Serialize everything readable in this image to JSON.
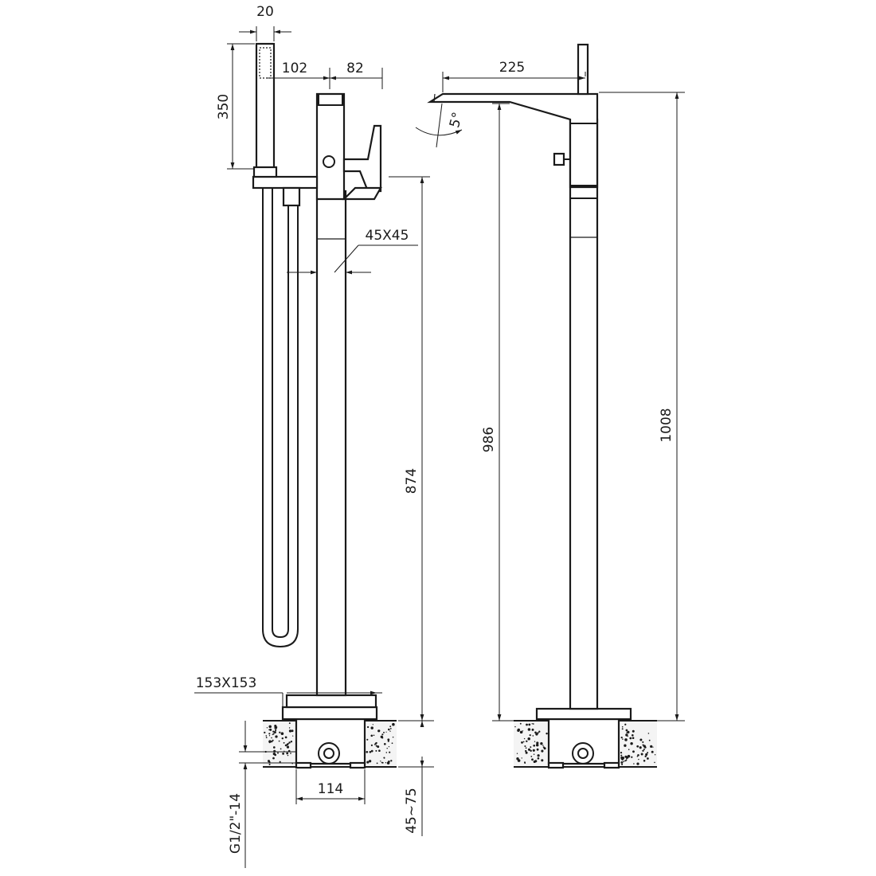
{
  "drawing": {
    "side_view": {
      "handshower_width": "20",
      "handshower_height": "350",
      "offset_left": "102",
      "offset_right": "82",
      "column_section": "45X45",
      "base_plate": "153X153",
      "height_to_holder": "874",
      "box_width": "114",
      "inlet_thread": "G1/2\"-14",
      "install_depth": "45~75"
    },
    "front_view": {
      "spout_reach": "225",
      "spout_angle": "5°",
      "height_to_spout": "986",
      "overall_height": "1008"
    }
  }
}
